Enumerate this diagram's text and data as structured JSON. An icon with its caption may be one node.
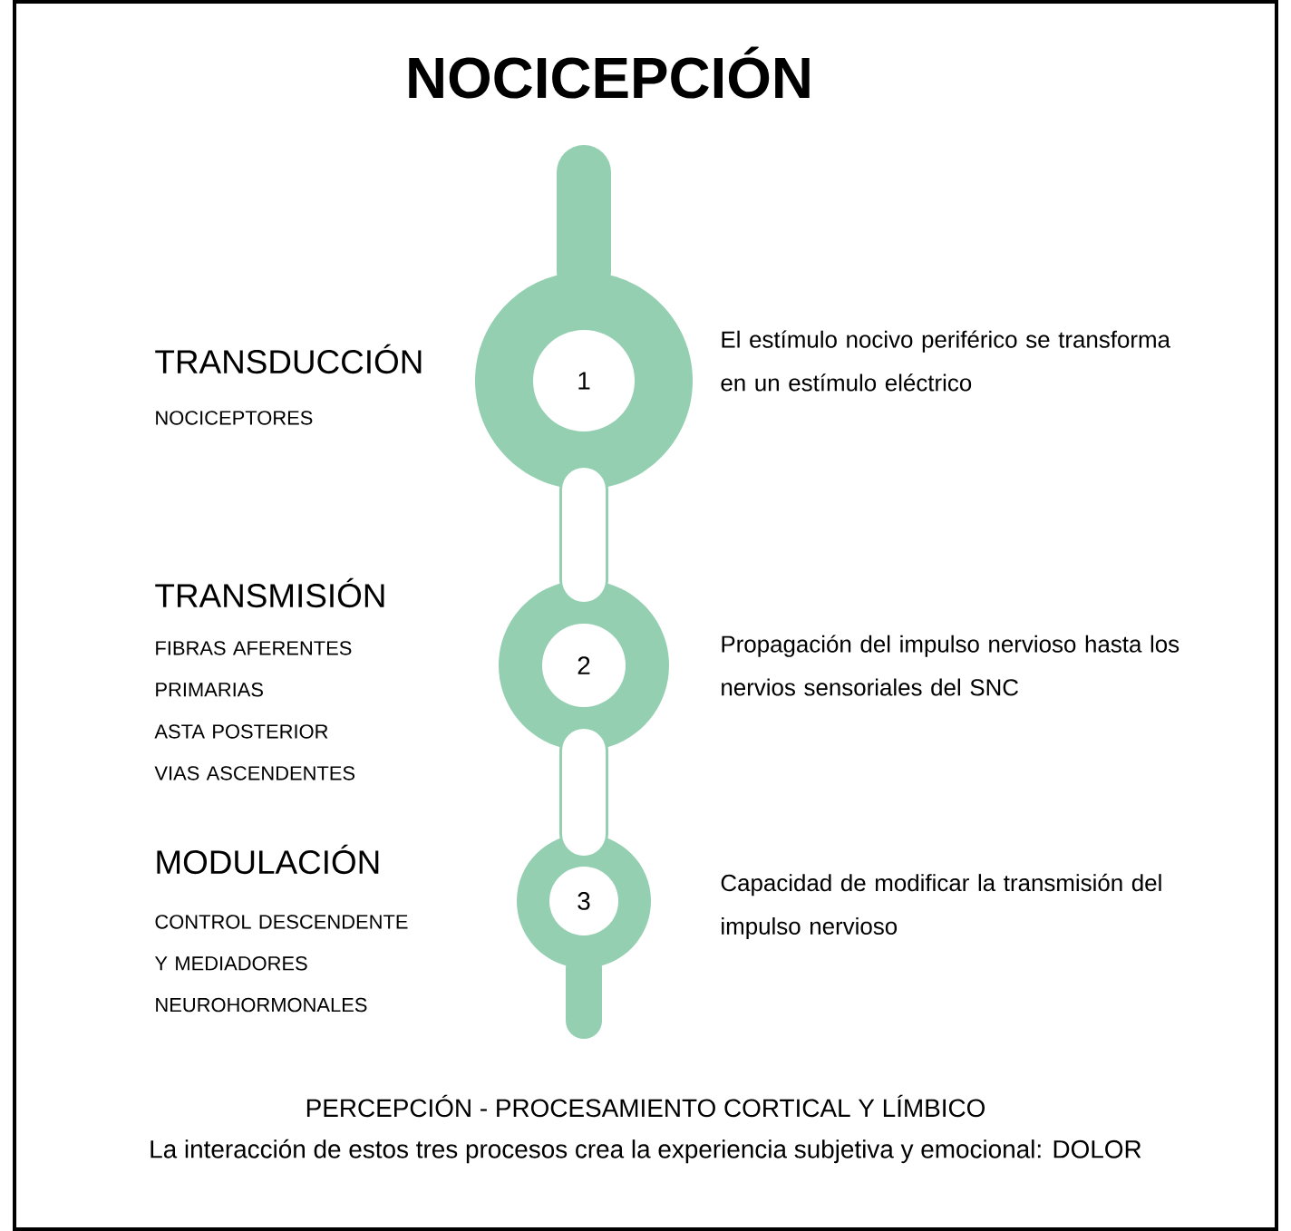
{
  "diagram": {
    "title": "NOCICEPCIÓN",
    "nodes": [
      {
        "text": [
          "1"
        ],
        "beside": [
          "TRANSDUCCIÓN",
          "NOCICEPTORES",
          "El estímulo nocivo periférico se transforma en un estímulo eléctrico"
        ]
      },
      {
        "text": [
          "2"
        ],
        "beside": [
          "TRANSMISIÓN",
          "FIBRAS AFERENTES PRIMARIAS",
          "ASTA POSTERIOR",
          "VIAS ASCENDENTES",
          "Propagación del impulso nervioso hasta los nervios sensoriales del SNC"
        ]
      },
      {
        "text": [
          "3"
        ],
        "beside": [
          "MODULACIÓN",
          "CONTROL DESCENDENTE Y MEDIADORES NEUROHORMONALES",
          "Capacidad de modificar la transmisión del impulso nervioso"
        ]
      }
    ],
    "edges": [
      {
        "from": null,
        "to": 0,
        "arrow": "none"
      },
      {
        "from": 0,
        "to": 1,
        "arrow": "none"
      },
      {
        "from": 1,
        "to": 2,
        "arrow": "none"
      },
      {
        "from": 2,
        "to": null,
        "arrow": "none"
      }
    ],
    "labels": [
      "PERCEPCIÓN - PROCESAMIENTO CORTICAL Y LÍMBICO",
      "La interacción de estos tres procesos crea la experiencia subjetiva y emocional: DOLOR"
    ]
  }
}
